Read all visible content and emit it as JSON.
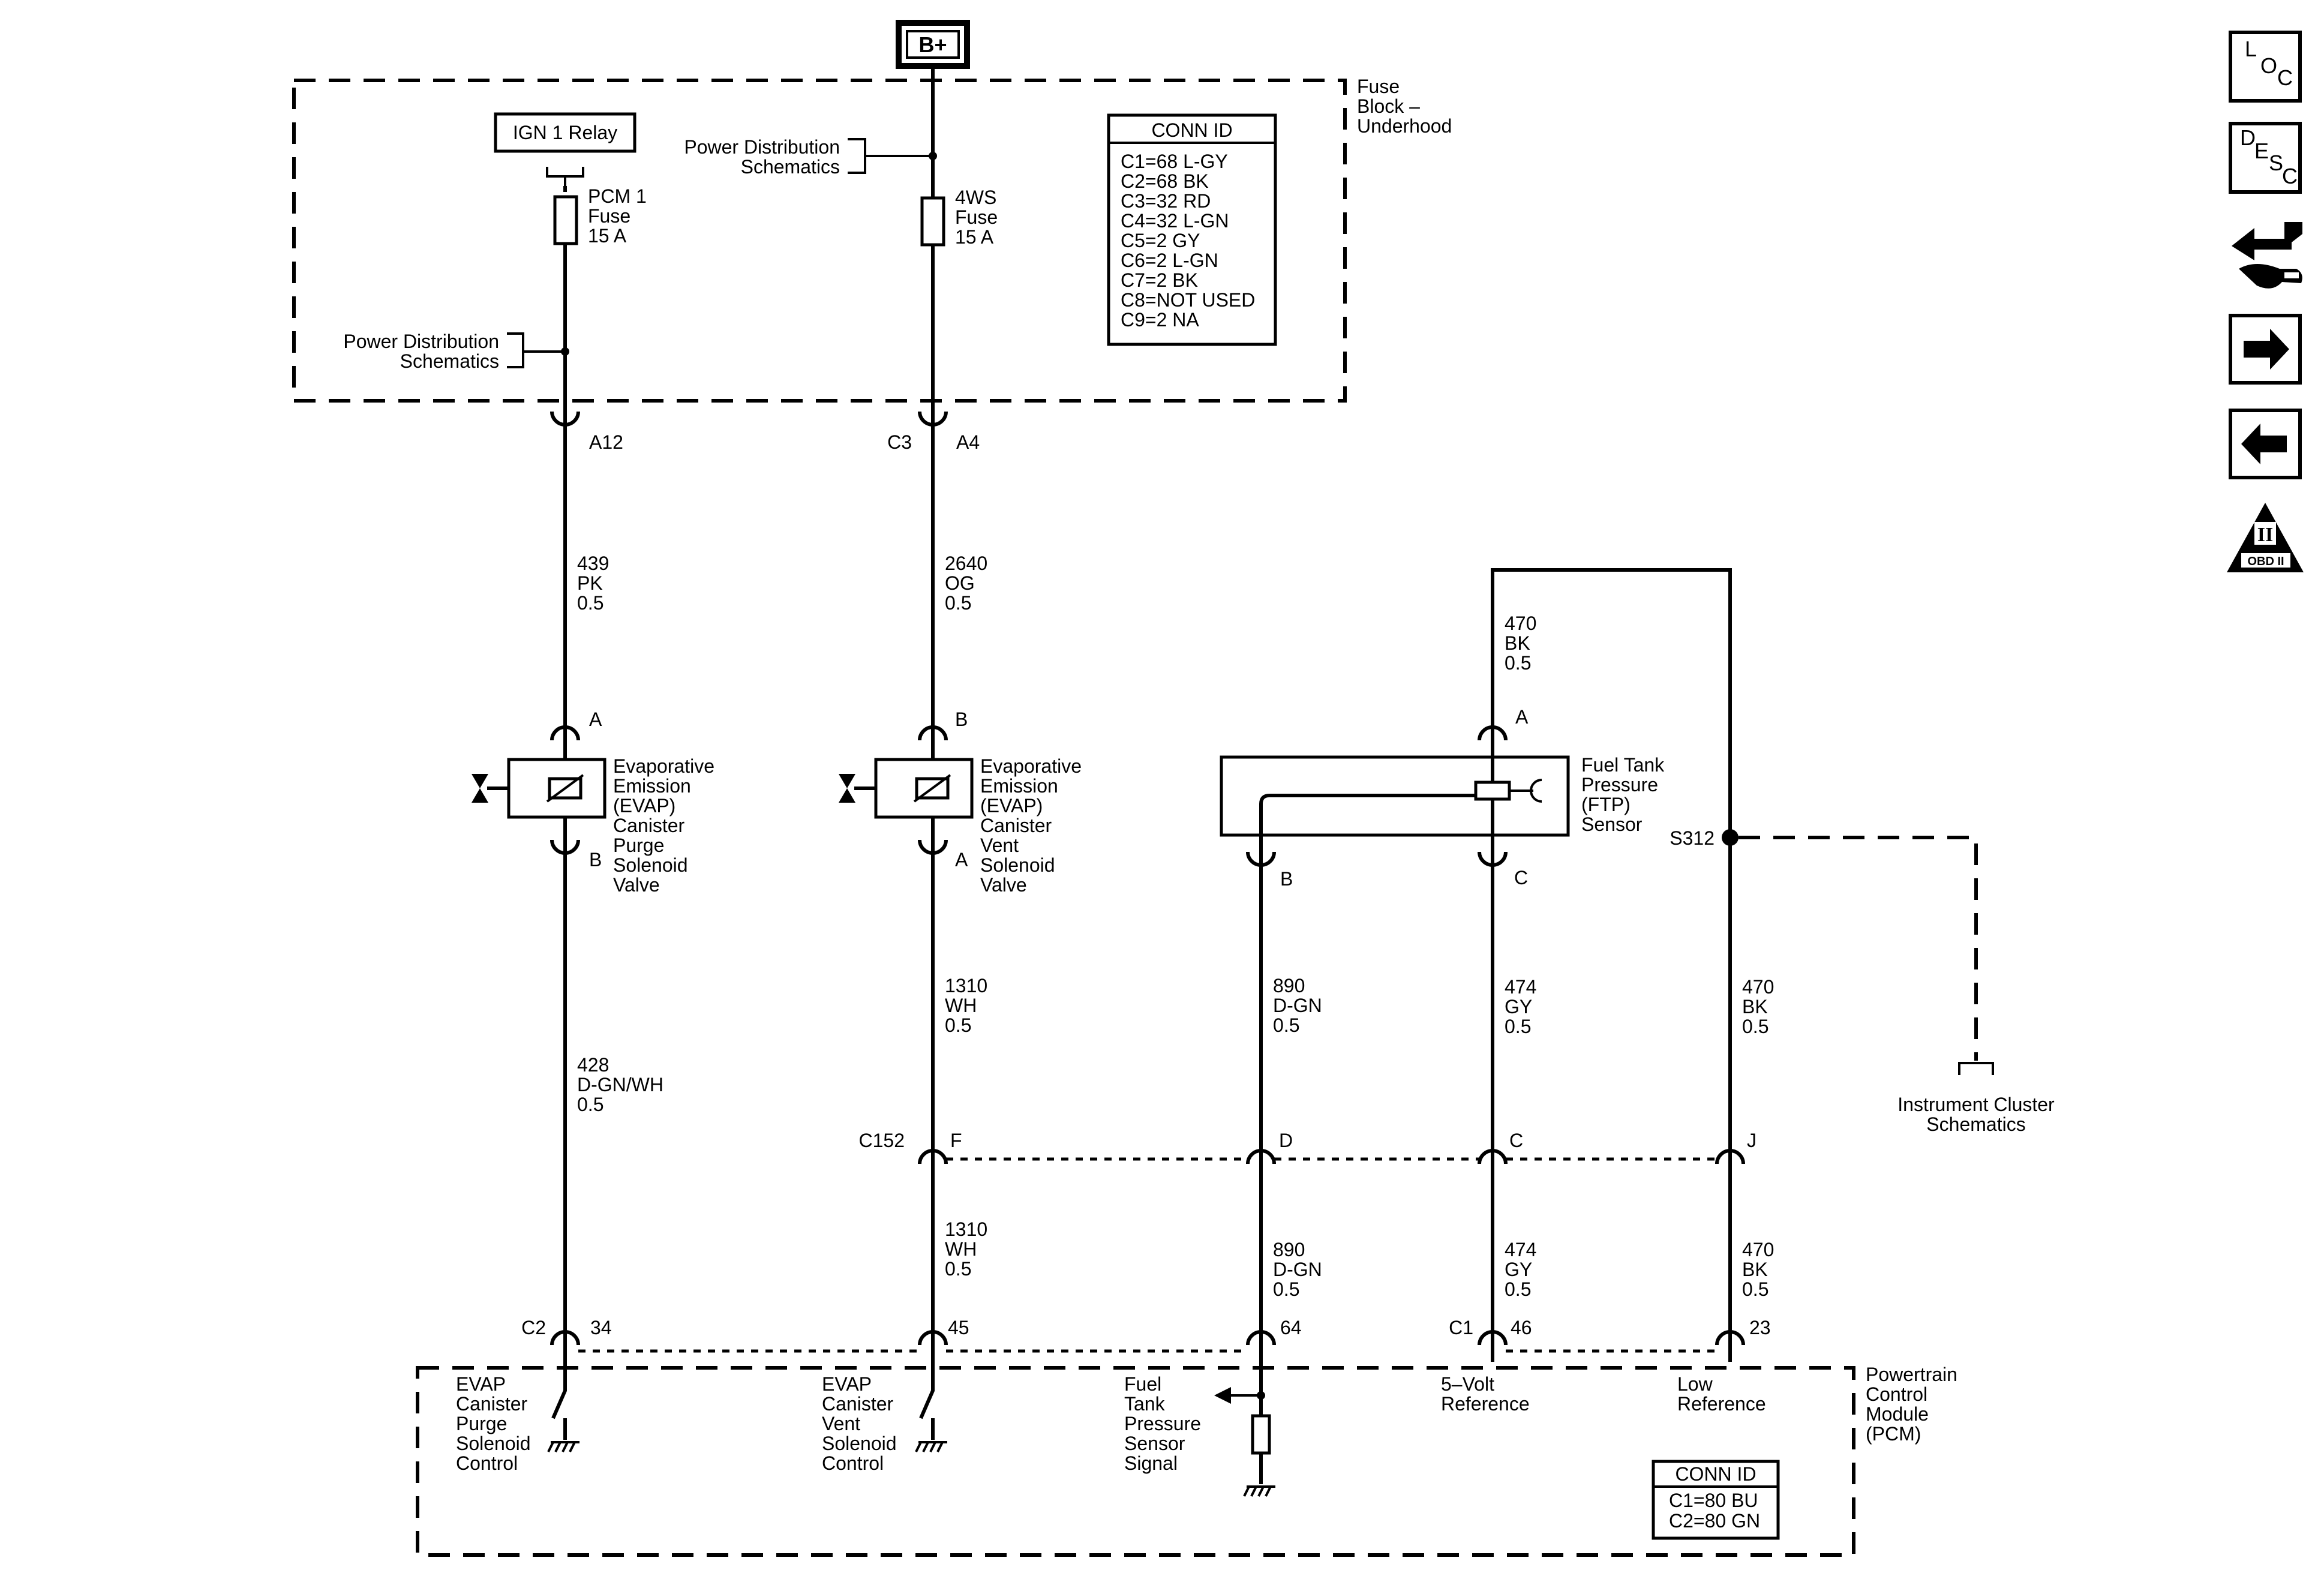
{
  "supply": {
    "label": "B+"
  },
  "fuse_block": {
    "title_lines": [
      "Fuse",
      "Block –",
      "Underhood"
    ],
    "relay_label": "IGN 1 Relay",
    "pd_left_lines": [
      "Power Distribution",
      "Schematics"
    ],
    "pd_top_lines": [
      "Power Distribution",
      "Schematics"
    ],
    "pcm_fuse_lines": [
      "PCM 1",
      "Fuse",
      "15 A"
    ],
    "fws_fuse_lines": [
      "4WS",
      "Fuse",
      "15 A"
    ],
    "conn_title": "CONN ID",
    "conn_rows": [
      "C1=68 L-GY",
      "C2=68 BK",
      "C3=32 RD",
      "C4=32 L-GN",
      "C5=2 GY",
      "C6=2 L-GN",
      "C7=2 BK",
      "C8=NOT USED",
      "C9=2 NA"
    ],
    "pin_a12": "A12",
    "pin_c3": "C3",
    "pin_a4": "A4"
  },
  "wires": {
    "w439": [
      "439",
      "PK",
      "0.5"
    ],
    "w2640": [
      "2640",
      "OG",
      "0.5"
    ],
    "w428": [
      "428",
      "D-GN/WH",
      "0.5"
    ],
    "w1310a": [
      "1310",
      "WH",
      "0.5"
    ],
    "w1310b": [
      "1310",
      "WH",
      "0.5"
    ],
    "w890a": [
      "890",
      "D-GN",
      "0.5"
    ],
    "w890b": [
      "890",
      "D-GN",
      "0.5"
    ],
    "w474a": [
      "474",
      "GY",
      "0.5"
    ],
    "w474b": [
      "474",
      "GY",
      "0.5"
    ],
    "w470top": [
      "470",
      "BK",
      "0.5"
    ],
    "w470a": [
      "470",
      "BK",
      "0.5"
    ],
    "w470b": [
      "470",
      "BK",
      "0.5"
    ]
  },
  "components": {
    "purge_valve": {
      "lines": [
        "Evaporative",
        "Emission",
        "(EVAP)",
        "Canister",
        "Purge",
        "Solenoid",
        "Valve"
      ],
      "pin_top": "A",
      "pin_bottom": "B"
    },
    "vent_valve": {
      "lines": [
        "Evaporative",
        "Emission",
        "(EVAP)",
        "Canister",
        "Vent",
        "Solenoid",
        "Valve"
      ],
      "pin_top": "B",
      "pin_bottom": "A"
    },
    "ftp_sensor": {
      "lines": [
        "Fuel Tank",
        "Pressure",
        "(FTP)",
        "Sensor"
      ],
      "pin_a": "A",
      "pin_b": "B",
      "pin_c": "C"
    }
  },
  "splice": {
    "label": "S312"
  },
  "instrument_cluster": {
    "lines": [
      "Instrument Cluster",
      "Schematics"
    ]
  },
  "c152": {
    "label": "C152",
    "pin_f": "F",
    "pin_d": "D",
    "pin_c": "C",
    "pin_j": "J"
  },
  "pcm": {
    "title_lines": [
      "Powertrain",
      "Control",
      "Module",
      "(PCM)"
    ],
    "pin_c2": "C2",
    "pin_34": "34",
    "pin_45": "45",
    "pin_64": "64",
    "pin_c1": "C1",
    "pin_46": "46",
    "pin_23": "23",
    "purge_ctrl_lines": [
      "EVAP",
      "Canister",
      "Purge",
      "Solenoid",
      "Control"
    ],
    "vent_ctrl_lines": [
      "EVAP",
      "Canister",
      "Vent",
      "Solenoid",
      "Control"
    ],
    "ftp_signal_lines": [
      "Fuel",
      "Tank",
      "Pressure",
      "Sensor",
      "Signal"
    ],
    "ref5v_lines": [
      "5–Volt",
      "Reference"
    ],
    "lowref_lines": [
      "Low",
      "Reference"
    ],
    "conn_title": "CONN ID",
    "conn_rows": [
      "C1=80 BU",
      "C2=80 GN"
    ]
  },
  "nav": {
    "loc_letters": [
      "L",
      "O",
      "C"
    ],
    "desc_letters": [
      "D",
      "E",
      "S",
      "C"
    ],
    "obd_numeral": "II",
    "obd_label": "OBD II"
  }
}
